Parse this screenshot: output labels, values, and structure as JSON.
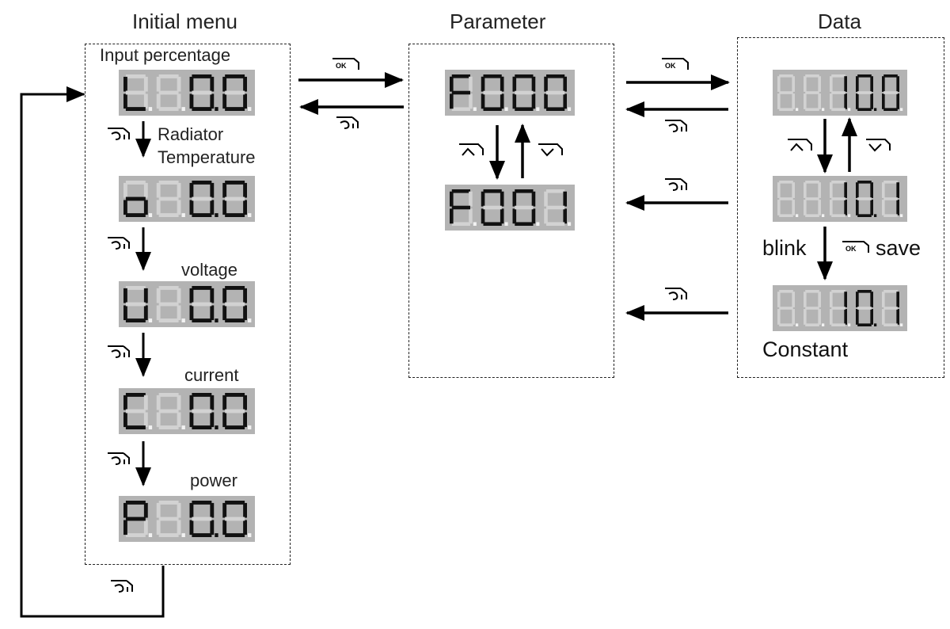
{
  "columns": {
    "initial_menu": "Initial menu",
    "parameter": "Parameter",
    "data": "Data"
  },
  "labels": {
    "input_percentage": "Input percentage",
    "radiator_line1": "Radiator",
    "radiator_line2": "Temperature",
    "voltage": "voltage",
    "current": "current",
    "power": "power",
    "blink": "blink",
    "save": "save",
    "constant": "Constant"
  },
  "displays": {
    "input_percentage": [
      "L",
      "8",
      "0",
      "0"
    ],
    "radiator": [
      "o",
      "8",
      "0",
      "0"
    ],
    "voltage": [
      "U",
      "8",
      "0",
      "0"
    ],
    "current": [
      "C",
      "8",
      "0",
      "0"
    ],
    "power": [
      "P",
      "8",
      "0",
      "0"
    ],
    "param_f000": [
      "F",
      "0",
      "0",
      "0"
    ],
    "param_f001": [
      "F",
      "0",
      "0",
      "1"
    ],
    "data_100": [
      "8",
      "8",
      "1",
      "0",
      "0"
    ],
    "data_101_blink": [
      "8",
      "8",
      "1",
      "0",
      "1"
    ],
    "data_101_constant": [
      "8",
      "8",
      "1",
      "0",
      "1"
    ]
  },
  "keys": {
    "ok": "OK",
    "back": "back-key",
    "up": "up-key",
    "down": "down-key"
  },
  "colors": {
    "display_bg": "#b3b3b3",
    "segment_on": "#111111",
    "segment_off": "#d2d2d2",
    "dp_on": "#f2f2f2"
  }
}
